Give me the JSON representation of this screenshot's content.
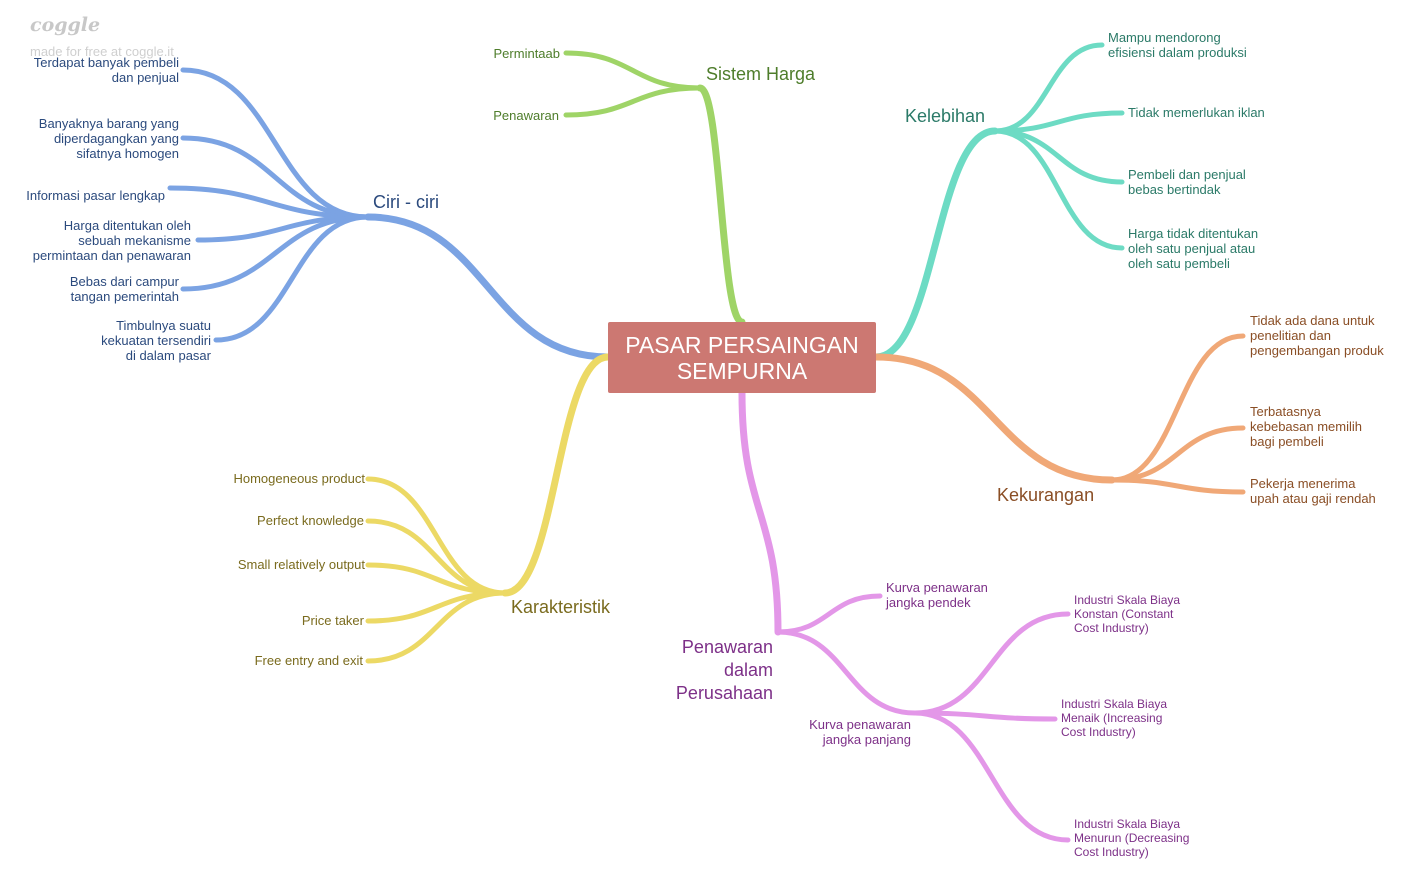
{
  "brand": {
    "logo": "coggle",
    "tagline": "made for free at coggle.it"
  },
  "root": {
    "label": "PASAR PERSAINGAN\nSEMPURNA",
    "color": "#cc7872"
  },
  "branches": {
    "sistem_harga": {
      "title": "Sistem Harga",
      "color": "#9fd467",
      "text_color": "#4e7d2b",
      "items": [
        "Permintaab",
        "Penawaran"
      ]
    },
    "ciri": {
      "title": "Ciri - ciri",
      "color": "#7ba3e3",
      "text_color": "#2b4a7d",
      "items": [
        "Terdapat banyak pembeli\ndan penjual",
        "Banyaknya barang yang\ndiperdagangkan yang\nsifatnya homogen",
        "Informasi pasar lengkap",
        "Harga ditentukan oleh\nsebuah mekanisme\npermintaan dan penawaran",
        "Bebas dari campur\ntangan pemerintah",
        "Timbulnya suatu\nkekuatan tersendiri\ndi dalam pasar"
      ]
    },
    "kelebihan": {
      "title": "Kelebihan",
      "color": "#6ddbc4",
      "text_color": "#2b7a68",
      "items": [
        "Mampu mendorong\nefisiensi dalam produksi",
        "Tidak memerlukan iklan",
        "Pembeli dan penjual\nbebas bertindak",
        "Harga tidak ditentukan\noleh satu penjual atau\noleh satu pembeli"
      ]
    },
    "kekurangan": {
      "title": "Kekurangan",
      "color": "#f0a877",
      "text_color": "#8a4e25",
      "items": [
        "Tidak ada dana untuk\npenelitian dan\npengembangan produk",
        "Terbatasnya\nkebebasan memilih\nbagi pembeli",
        "Pekerja menerima\nupah atau gaji rendah"
      ]
    },
    "karakteristik": {
      "title": "Karakteristik",
      "color": "#ecd965",
      "text_color": "#7a6b1e",
      "items": [
        "Homogeneous product",
        "Perfect knowledge",
        "Small relatively output",
        "Price taker",
        "Free entry and exit"
      ]
    },
    "penawaran": {
      "title": "Penawaran\ndalam\nPerusahaan",
      "color": "#e397e8",
      "text_color": "#7d3088",
      "items": {
        "pendek": "Kurva penawaran\njangka pendek",
        "panjang": "Kurva penawaran\njangka panjang",
        "sub": [
          "Industri Skala Biaya\nKonstan (Constant\nCost Industry)",
          "Industri Skala Biaya\nMenaik (Increasing\nCost Industry)",
          "Industri Skala Biaya\nMenurun (Decreasing\nCost Industry)"
        ]
      }
    }
  }
}
